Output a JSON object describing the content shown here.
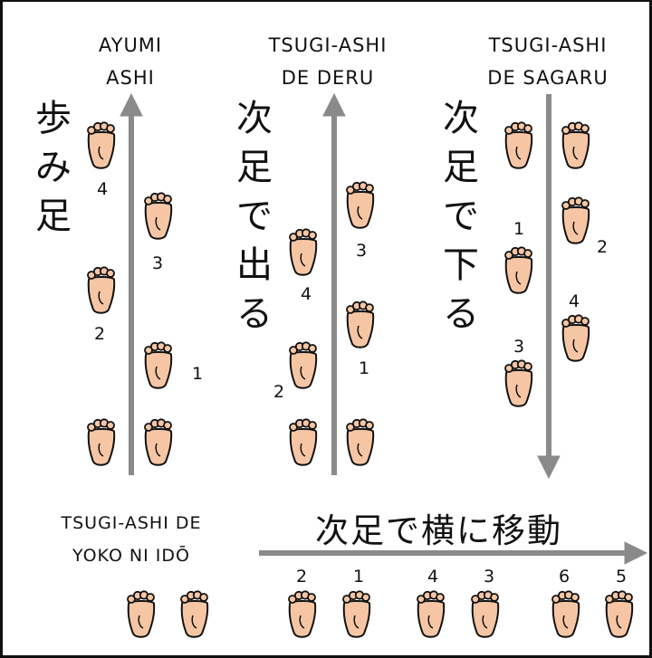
{
  "colors": {
    "foot_fill": "#f6c6a4",
    "foot_stroke": "#111111",
    "arrow": "#8a8a8a"
  },
  "columns": [
    {
      "header_line1": "AYUMI",
      "header_line2": "ASHI",
      "kanji": [
        "歩",
        "み",
        "足"
      ]
    },
    {
      "header_line1": "TSUGI-ASHI",
      "header_line2": "DE DERU",
      "kanji": [
        "次",
        "足",
        "で",
        "出",
        "る"
      ]
    },
    {
      "header_line1": "TSUGI-ASHI",
      "header_line2": "DE SAGARU",
      "kanji": [
        "次",
        "足",
        "で",
        "下",
        "る"
      ]
    }
  ],
  "yoko": {
    "label_line1": "TSUGI-ASHI DE",
    "label_line2": "YOKO NI IDŌ",
    "kanji": "次足で横に移動"
  },
  "step_numbers": {
    "ayumi": [
      "1",
      "2",
      "3",
      "4"
    ],
    "deru": [
      "1",
      "2",
      "3",
      "4"
    ],
    "sagaru": [
      "1",
      "2",
      "3",
      "4"
    ],
    "yoko": [
      "1",
      "2",
      "3",
      "4",
      "5",
      "6"
    ]
  },
  "icons": {
    "foot": "footprint-icon",
    "arrow": "arrow-icon"
  }
}
